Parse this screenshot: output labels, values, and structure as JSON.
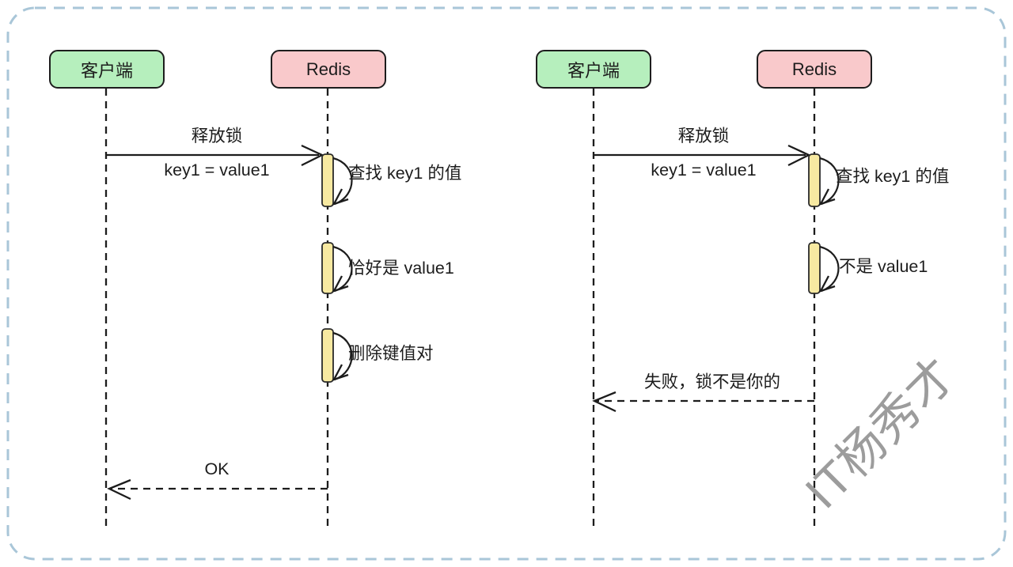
{
  "colors": {
    "frame_border": "#a9c6d8",
    "actor_client_fill": "#b6efbd",
    "actor_redis_fill": "#f9c9cb",
    "actor_border": "#1d1d1d",
    "activation_fill": "#f7e9a1",
    "line_color": "#1c1c1c",
    "watermark_color": "#9c9c9c"
  },
  "watermark": {
    "text": "IT杨秀才"
  },
  "diagrams": [
    {
      "actors": [
        {
          "label": "客户端"
        },
        {
          "label": "Redis"
        }
      ],
      "request": {
        "title": "释放锁",
        "subtitle": "key1 = value1"
      },
      "self_messages": [
        {
          "label": "查找 key1 的值"
        },
        {
          "label": "恰好是 value1"
        },
        {
          "label": "删除键值对"
        }
      ],
      "response": {
        "label": "OK"
      }
    },
    {
      "actors": [
        {
          "label": "客户端"
        },
        {
          "label": "Redis"
        }
      ],
      "request": {
        "title": "释放锁",
        "subtitle": "key1 = value1"
      },
      "self_messages": [
        {
          "label": "查找 key1 的值"
        },
        {
          "label": "不是 value1"
        }
      ],
      "response": {
        "label": "失败，锁不是你的"
      }
    }
  ]
}
